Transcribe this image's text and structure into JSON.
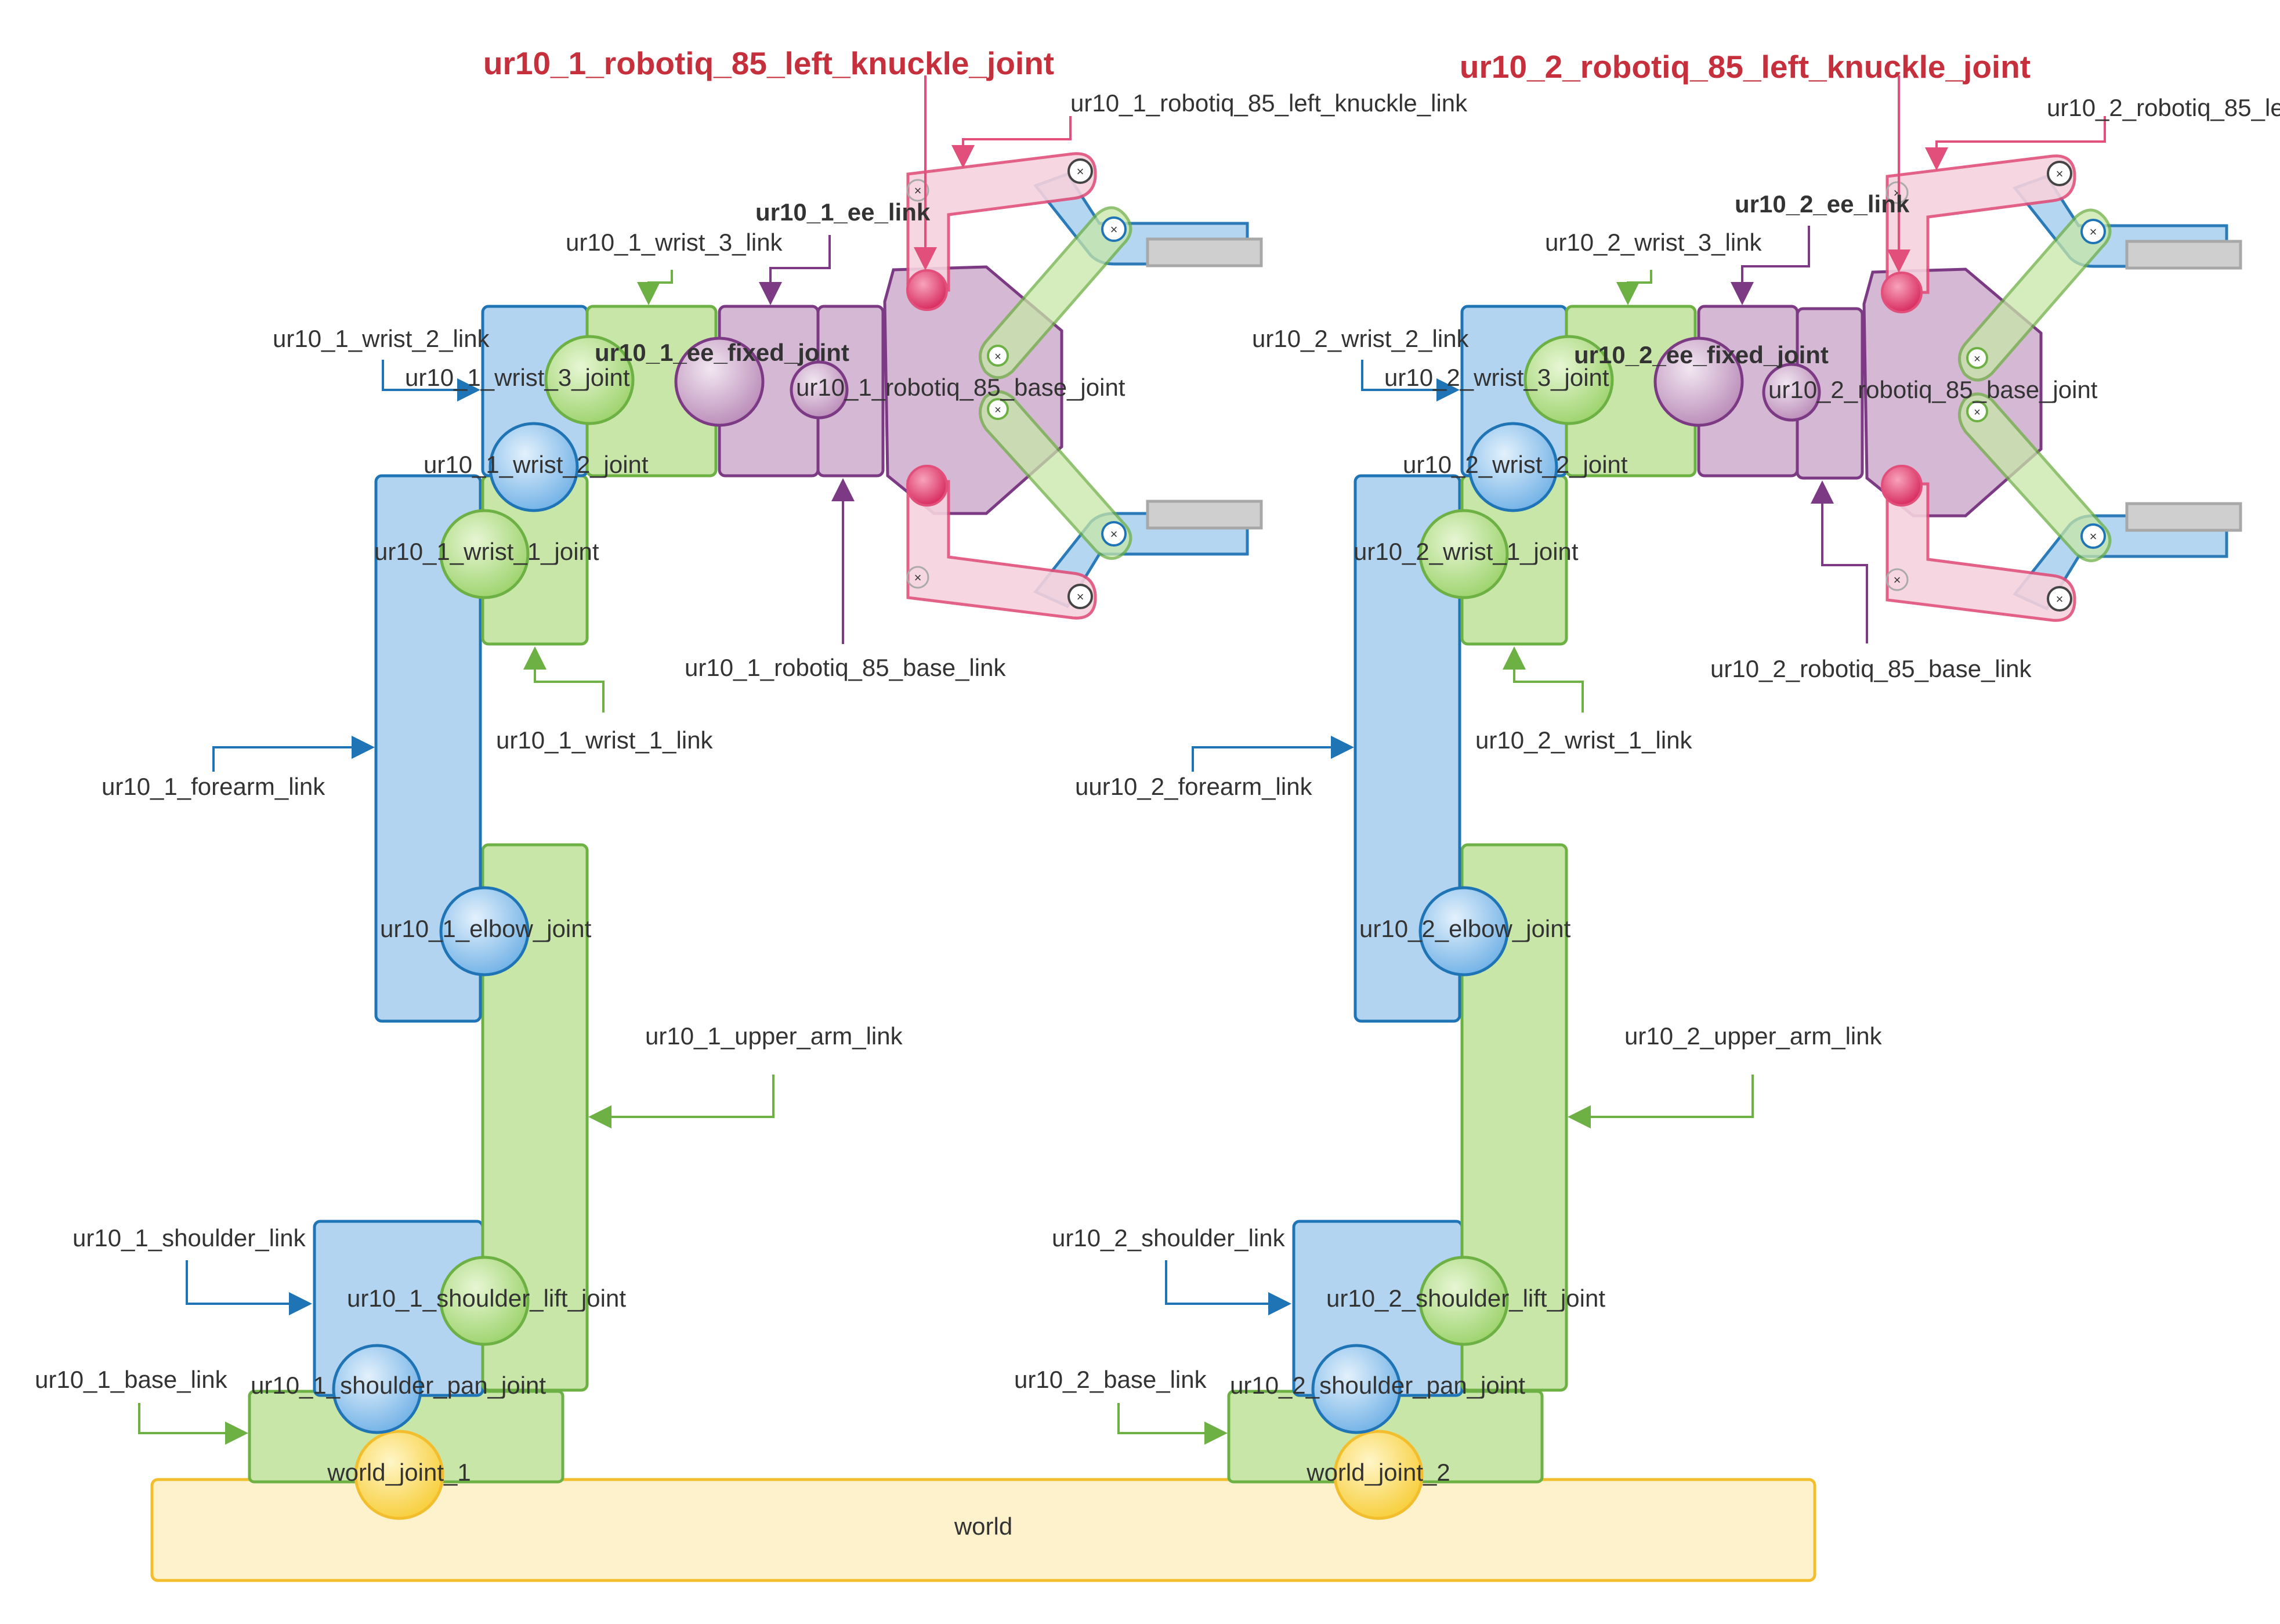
{
  "world": {
    "label": "world"
  },
  "arms": [
    {
      "base_link": "ur10_1_base_link",
      "shoulder_link": "ur10_1_shoulder_link",
      "upper_arm_link": "ur10_1_upper_arm_link",
      "forearm_link": "ur10_1_forearm_link",
      "wrist_1_link": "ur10_1_wrist_1_link",
      "wrist_2_link": "ur10_1_wrist_2_link",
      "wrist_3_link": "ur10_1_wrist_3_link",
      "ee_link": "ur10_1_ee_link",
      "robotiq_base_link": "ur10_1_robotiq_85_base_link",
      "knuckle_link": "ur10_1_robotiq_85_left_knuckle_link",
      "knuckle_joint": "ur10_1_robotiq_85_left_knuckle_joint",
      "world_joint": "world_joint_1",
      "shoulder_pan_joint": "ur10_1_shoulder_pan_joint",
      "shoulder_lift_joint": "ur10_1_shoulder_lift_joint",
      "elbow_joint": "ur10_1_elbow_joint",
      "wrist_1_joint": "ur10_1_wrist_1_joint",
      "wrist_2_joint": "ur10_1_wrist_2_joint",
      "wrist_3_joint": "ur10_1_wrist_3_joint",
      "ee_fixed_joint": "ur10_1_ee_fixed_joint",
      "robotiq_base_joint": "ur10_1_robotiq_85_base_joint"
    },
    {
      "base_link": "ur10_2_base_link",
      "shoulder_link": "ur10_2_shoulder_link",
      "upper_arm_link": "ur10_2_upper_arm_link",
      "forearm_link": "uur10_2_forearm_link",
      "wrist_1_link": "ur10_2_wrist_1_link",
      "wrist_2_link": "ur10_2_wrist_2_link",
      "wrist_3_link": "ur10_2_wrist_3_link",
      "ee_link": "ur10_2_ee_link",
      "robotiq_base_link": "ur10_2_robotiq_85_base_link",
      "knuckle_link": "ur10_2_robotiq_85_le",
      "knuckle_joint": "ur10_2_robotiq_85_left_knuckle_joint",
      "world_joint": "world_joint_2",
      "shoulder_pan_joint": "ur10_2_shoulder_pan_joint",
      "shoulder_lift_joint": "ur10_2_shoulder_lift_joint",
      "elbow_joint": "ur10_2_elbow_joint",
      "wrist_1_joint": "ur10_2_wrist_1_joint",
      "wrist_2_joint": "ur10_2_wrist_2_joint",
      "wrist_3_joint": "ur10_2_wrist_3_joint",
      "ee_fixed_joint": "ur10_2_ee_fixed_joint",
      "robotiq_base_joint": "ur10_2_robotiq_85_base_joint"
    }
  ]
}
